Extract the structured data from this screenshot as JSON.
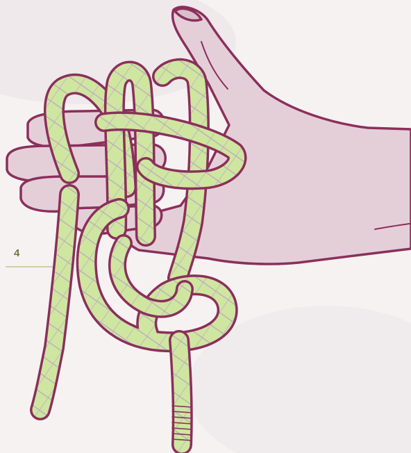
{
  "step": {
    "number": "4"
  },
  "colors": {
    "background": "#f6f2f2",
    "hand_fill": "#e4cfd8",
    "hand_outline": "#8b2f5b",
    "rope_fill": "#cfe6a0",
    "rope_highlight": "#e6f3c6",
    "rope_pattern": "#b9a7c2",
    "label_color": "#6e7a3a"
  },
  "icons": [
    "hand-illustration",
    "rope-illustration"
  ]
}
